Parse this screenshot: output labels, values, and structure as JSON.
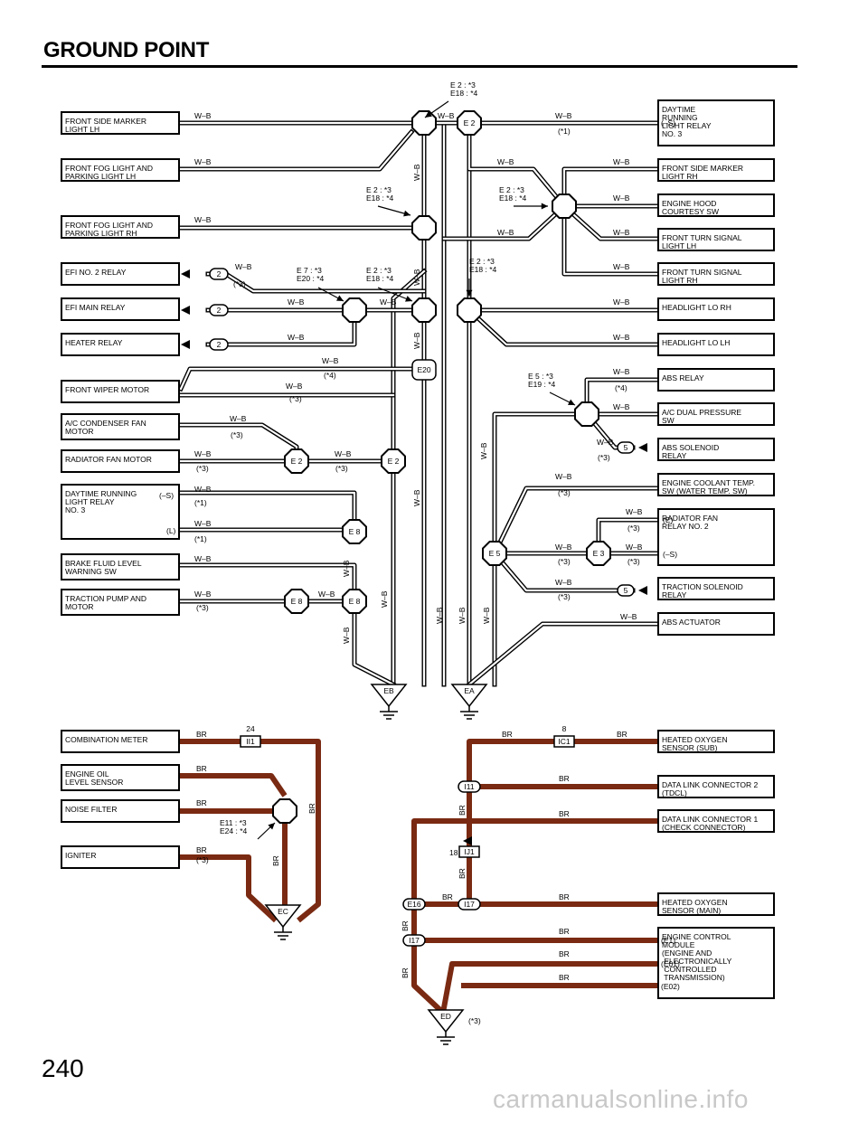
{
  "header": {
    "title": "GROUND POINT"
  },
  "page_number": "240",
  "footer_watermark": "carmanualsonline.info",
  "components": {
    "fr_marker_lh": "FRONT SIDE MARKER\nLIGHT LH",
    "fog_lh": "FRONT FOG LIGHT AND\nPARKING LIGHT LH",
    "fog_rh": "FRONT FOG LIGHT AND\nPARKING LIGHT RH",
    "efi2": "EFI NO. 2 RELAY",
    "efimain": "EFI MAIN RELAY",
    "heater": "HEATER RELAY",
    "wiper": "FRONT WIPER MOTOR",
    "ac_fan": "A/C CONDENSER FAN\nMOTOR",
    "rad_fan": "RADIATOR FAN MOTOR",
    "drl_left": "DAYTIME RUNNING\nLIGHT RELAY\nNO. 3",
    "brake": "BRAKE FLUID LEVEL\nWARNING SW",
    "traction_pump": "TRACTION PUMP AND\nMOTOR",
    "drl_right": "DAYTIME\nRUNNING\nLIGHT RELAY\nNO. 3",
    "fr_marker_rh": "FRONT SIDE MARKER\nLIGHT RH",
    "hood": "ENGINE HOOD\nCOURTESY SW",
    "turn_lh": "FRONT TURN SIGNAL\nLIGHT LH",
    "turn_rh": "FRONT TURN SIGNAL\nLIGHT RH",
    "lo_rh": "HEADLIGHT LO RH",
    "lo_lh": "HEADLIGHT LO LH",
    "abs_relay": "ABS RELAY",
    "ac_dual": "A/C DUAL PRESSURE\nSW",
    "abs_sol": "ABS SOLENOID\nRELAY",
    "coolant": "ENGINE COOLANT TEMP.\nSW (WATER TEMP.  SW)",
    "rad_relay": "RADIATOR FAN\nRELAY NO. 2",
    "traction_sol": "TRACTION SOLENOID\nRELAY",
    "abs_act": "ABS ACTUATOR",
    "combo": "COMBINATION METER",
    "oil": "ENGINE OIL\nLEVEL SENSOR",
    "noise": "NOISE FILTER",
    "igniter": "IGNITER",
    "ox_sub": "HEATED OXYGEN\nSENSOR (SUB)",
    "dlc2": "DATA LINK CONNECTOR 2\n(TDCL)",
    "dlc1": "DATA LINK CONNECTOR 1\n(CHECK CONNECTOR)",
    "ox_main": "HEATED OXYGEN\nSENSOR (MAIN)",
    "ecm": "ENGINE CONTROL\nMODULE\n(ENGINE AND\n  ELECTRONICALLY\n  CONTROLLED\n  TRANSMISSION)"
  },
  "wire_colors": {
    "wb": "W–B",
    "br": "BR"
  },
  "notes": {
    "n1": "(*1)",
    "n3": "(*3)",
    "n4": "(*4)",
    "s_minus": "(–S)",
    "l": "(L)",
    "e": "(E)",
    "e1": "(E1)",
    "e01": "(E01)",
    "e02": "(E02)",
    "e2_e18": "E 2 : *3\nE18 : *4",
    "e7_e20": "E 7 : *3\nE20 : *4",
    "e5_e19": "E 5 : *3\nE19 : *4",
    "e11_e24": "E11 : *3\nE24 : *4"
  },
  "connectors": {
    "e2": "E 2",
    "e20": "E20",
    "e8": "E 8",
    "e5": "E 5",
    "e3": "E 3",
    "pin2": "2",
    "pin5": "5",
    "ii1": "II1",
    "ic1": "IC1",
    "i11": "I11",
    "ij1": "IJ1",
    "i17": "I17",
    "e16": "E16",
    "pin24": "24",
    "pin8": "8",
    "pin18": "18"
  },
  "grounds": {
    "eb": "EB",
    "ea": "EA",
    "ec": "EC",
    "ed": "ED"
  },
  "colors": {
    "brown_wire": "#7a2a12",
    "ink": "#000000"
  }
}
